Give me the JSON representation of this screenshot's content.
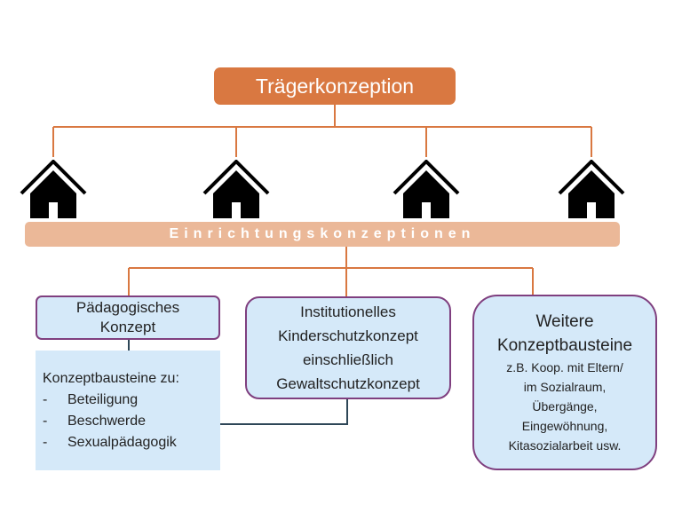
{
  "top": {
    "title": "Trägerkonzeption"
  },
  "houses": [
    {
      "icon": "house-icon"
    },
    {
      "icon": "house-icon"
    },
    {
      "icon": "house-icon"
    },
    {
      "icon": "house-icon"
    }
  ],
  "middle": {
    "label": "Einrichtungskonzeptionen"
  },
  "boxes": {
    "paedagogisch": {
      "lines": [
        "Pädagogisches",
        "Konzept"
      ]
    },
    "kinderschutz": {
      "lines": [
        "Institutionelles",
        "Kinderschutzkonzept",
        "einschließlich",
        "Gewaltschutzkonzept"
      ]
    },
    "weitere": {
      "title_lines": [
        "Weitere",
        "Konzeptbausteine"
      ],
      "detail_lines": [
        "z.B. Koop. mit Eltern/",
        "im Sozialraum,",
        "Übergänge,",
        "Eingewöhnung,",
        "Kitasozialarbeit usw."
      ]
    }
  },
  "bausteine": {
    "heading": "Konzeptbausteine zu:",
    "items": [
      "Beteiligung",
      "Beschwerde",
      "Sexualpädagogik"
    ],
    "bullet": "-"
  },
  "colors": {
    "orange": "#d97841",
    "light_orange": "#ebb898",
    "box_fill": "#d5e9f9",
    "box_border": "#7f3f7f",
    "dark_line": "#2e4657"
  }
}
